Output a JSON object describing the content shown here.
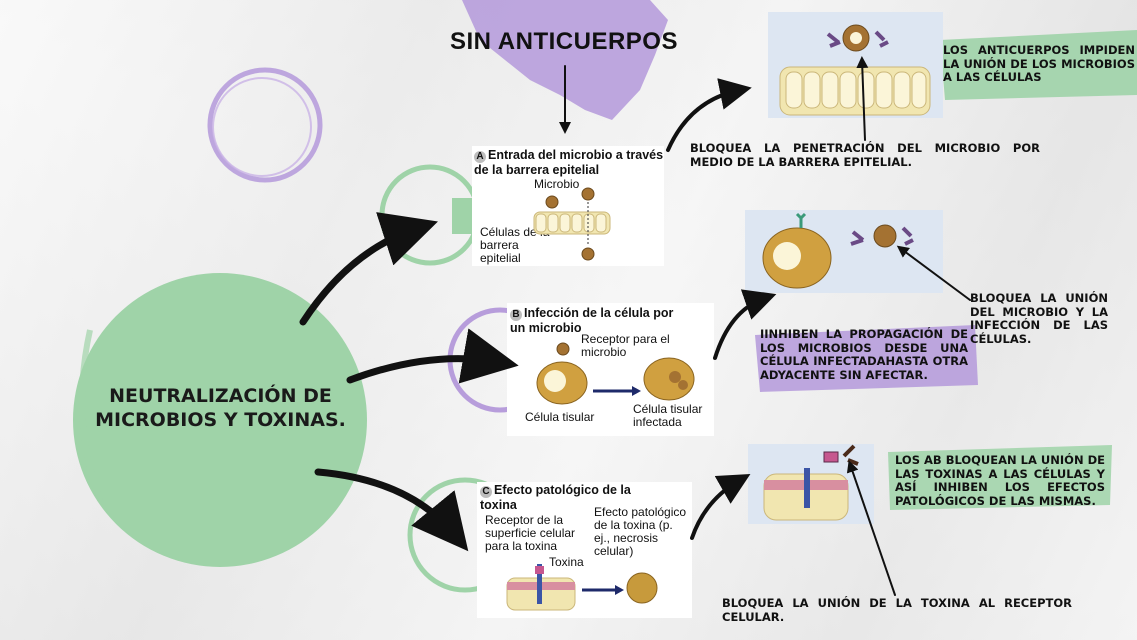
{
  "title": "SIN ANTICUERPOS",
  "main_label": "NEUTRALIZACIÓN DE MICROBIOS Y TOXINAS.",
  "panel_a": {
    "letter": "A",
    "heading": "Entrada del microbio a través de la barrera epitelial",
    "microbe_label": "Microbio",
    "cells_label": "Células de la barrera epitelial"
  },
  "panel_b": {
    "letter": "B",
    "heading": "Infección de la célula por un microbio",
    "receptor_label": "Receptor para el microbio",
    "tissue_cell_label": "Célula tisular",
    "infected_cell_label": "Célula tisular infectada"
  },
  "panel_c": {
    "letter": "C",
    "heading": "Efecto patológico de la toxina",
    "receptor_label": "Receptor de la superficie celular para la toxina",
    "toxin_label": "Toxina",
    "effect_label": "Efecto patológico de la toxina (p. ej., necrosis celular)"
  },
  "notes": {
    "antibodies_block": "LOS ANTICUERPOS IMPIDEN LA UNIÓN DE LOS MICROBIOS A LAS CÉLULAS",
    "block_penetration": "BLOQUEA LA PENETRACIÓN DEL MICROBIO POR MEDIO DE LA BARRERA EPITELIAL.",
    "block_union": "BLOQUEA LA UNIÓN DEL MICROBIO Y LA INFECCIÓN DE LAS CÉLULAS.",
    "inhibit_spread": "IINHIBEN LA PROPAGACIÓN DE LOS MICROBIOS DESDE UNA CÉLULA INFECTADAHASTA OTRA ADYACENTE SIN AFECTAR.",
    "ab_block_toxins": "LOS AB BLOQUEAN LA UNIÓN DE LAS TOXINAS A LAS CÉLULAS Y ASÍ INHIBEN LOS EFECTOS PATOLÓGICOS DE LAS MISMAS.",
    "block_toxin_receptor": "BLOQUEA LA UNIÓN DE LA TOXINA AL RECEPTOR CELULAR."
  },
  "colors": {
    "green": "#9fd3a8",
    "purple": "#b79ddb",
    "arrow": "#111111",
    "cell": "#c99a3b",
    "thumb_bg": "#dfe7f3"
  }
}
